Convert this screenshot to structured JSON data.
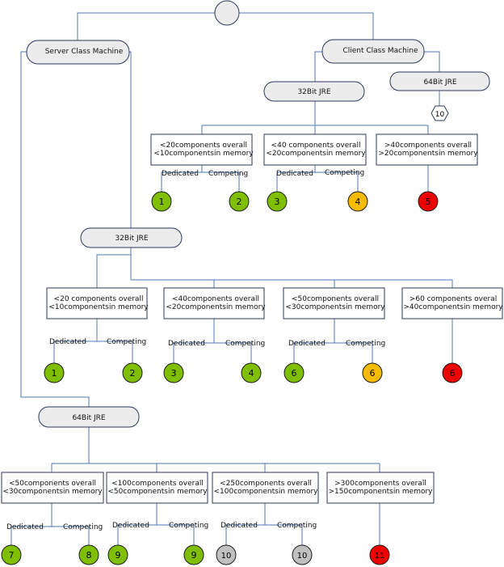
{
  "colors": {
    "green": "#7fbf00",
    "orange": "#f4bb00",
    "red": "#ee0000",
    "gray": "#c0c0c0",
    "connector": "#4f78b5"
  },
  "root": {
    "label": ""
  },
  "server": {
    "label": "Server Class Machine"
  },
  "client": {
    "label": "Client Class Machine"
  },
  "client32": {
    "label": "32Bit JRE",
    "boxes": [
      {
        "line1": "<20components overall",
        "line2": "<10componentsin memory"
      },
      {
        "line1": "<40 components overall",
        "line2": "<20componentsin memory"
      },
      {
        "line1": ">40components overall",
        "line2": ">20componentsin memory"
      }
    ],
    "labels": {
      "dedicated": "Dedicated",
      "competing": "Competing"
    },
    "results": [
      "1",
      "2",
      "3",
      "4",
      "5"
    ]
  },
  "client64": {
    "label": "64Bit JRE",
    "result": "10"
  },
  "server32": {
    "label": "32Bit JRE",
    "boxes": [
      {
        "line1": "<20 components overall",
        "line2": "<10componentsin memory"
      },
      {
        "line1": "<40components overall",
        "line2": "<20componentsin memory"
      },
      {
        "line1": "<50components overall",
        "line2": "<30componentsin memory"
      },
      {
        "line1": ">60 components overal",
        "line2": ">40componentsin memory"
      }
    ],
    "results": [
      "1",
      "2",
      "3",
      "4",
      "6",
      "6",
      "6"
    ]
  },
  "server64": {
    "label": "64Bit JRE",
    "boxes": [
      {
        "line1": "<50components overall",
        "line2": "<30componentsin memory"
      },
      {
        "line1": "<100components overall",
        "line2": "<50componentsin memory"
      },
      {
        "line1": "<250components overall",
        "line2": "<100componentsin memory"
      },
      {
        "line1": ">300components overall",
        "line2": ">150componentsin memory"
      }
    ],
    "results": [
      "7",
      "8",
      "9",
      "9",
      "10",
      "10",
      "11"
    ]
  }
}
